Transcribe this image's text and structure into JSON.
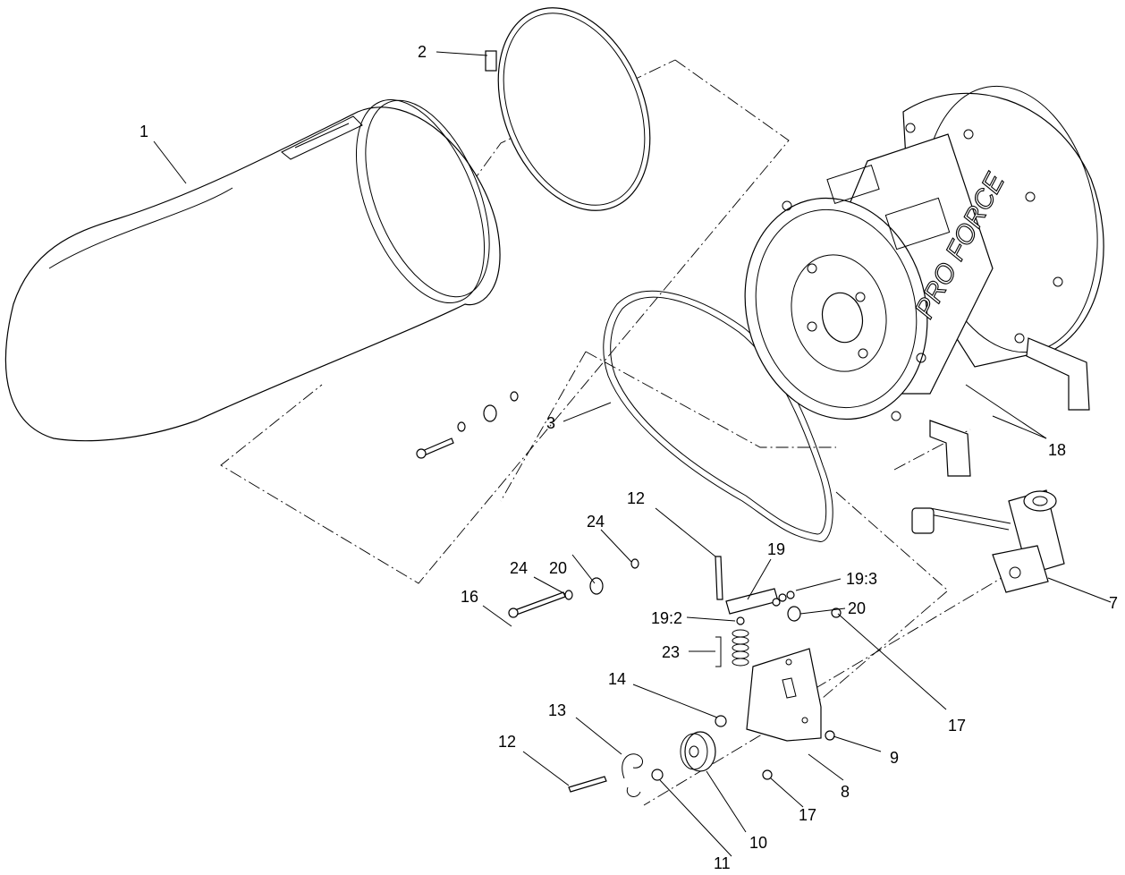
{
  "brand_text": "PRO FORCE",
  "callouts": {
    "c1": "1",
    "c2": "2",
    "c3": "3",
    "c7": "7",
    "c8": "8",
    "c9": "9",
    "c10": "10",
    "c11": "11",
    "c12a": "12",
    "c12b": "12",
    "c13": "13",
    "c14": "14",
    "c16": "16",
    "c17a": "17",
    "c17b": "17",
    "c18": "18",
    "c19": "19",
    "c19_2": "19:2",
    "c19_3": "19:3",
    "c20a": "20",
    "c20b": "20",
    "c23": "23",
    "c24a": "24",
    "c24b": "24"
  }
}
